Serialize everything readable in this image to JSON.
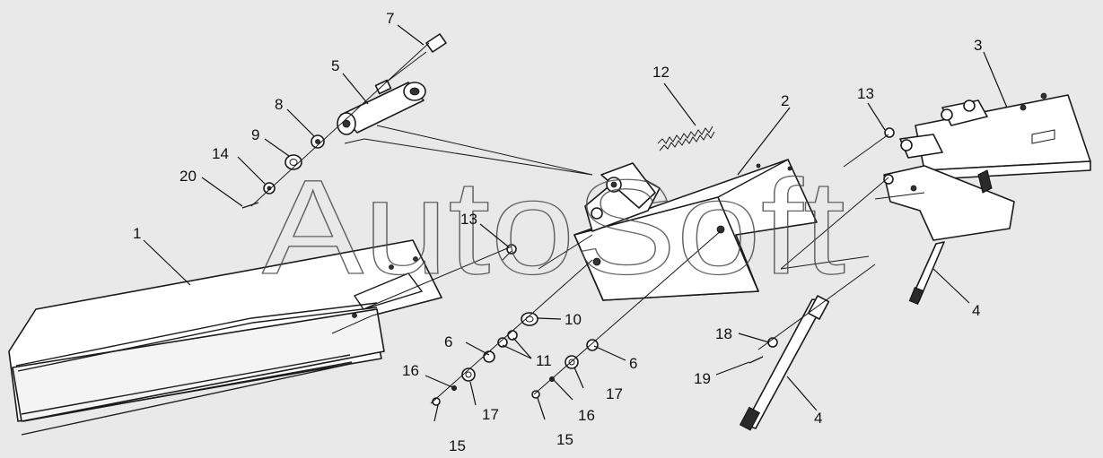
{
  "watermark": "AutoSoft",
  "callouts": [
    {
      "id": "c1",
      "text": "1"
    },
    {
      "id": "c2",
      "text": "2"
    },
    {
      "id": "c3",
      "text": "3"
    },
    {
      "id": "c4a",
      "text": "4"
    },
    {
      "id": "c4b",
      "text": "4"
    },
    {
      "id": "c5",
      "text": "5"
    },
    {
      "id": "c6a",
      "text": "6"
    },
    {
      "id": "c6b",
      "text": "6"
    },
    {
      "id": "c7",
      "text": "7"
    },
    {
      "id": "c8",
      "text": "8"
    },
    {
      "id": "c9",
      "text": "9"
    },
    {
      "id": "c10",
      "text": "10"
    },
    {
      "id": "c11",
      "text": "11"
    },
    {
      "id": "c12",
      "text": "12"
    },
    {
      "id": "c13a",
      "text": "13"
    },
    {
      "id": "c13b",
      "text": "13"
    },
    {
      "id": "c14",
      "text": "14"
    },
    {
      "id": "c15a",
      "text": "15"
    },
    {
      "id": "c15b",
      "text": "15"
    },
    {
      "id": "c16a",
      "text": "16"
    },
    {
      "id": "c16b",
      "text": "16"
    },
    {
      "id": "c17a",
      "text": "17"
    },
    {
      "id": "c17b",
      "text": "17"
    },
    {
      "id": "c18",
      "text": "18"
    },
    {
      "id": "c19",
      "text": "19"
    },
    {
      "id": "c20",
      "text": "20"
    }
  ]
}
